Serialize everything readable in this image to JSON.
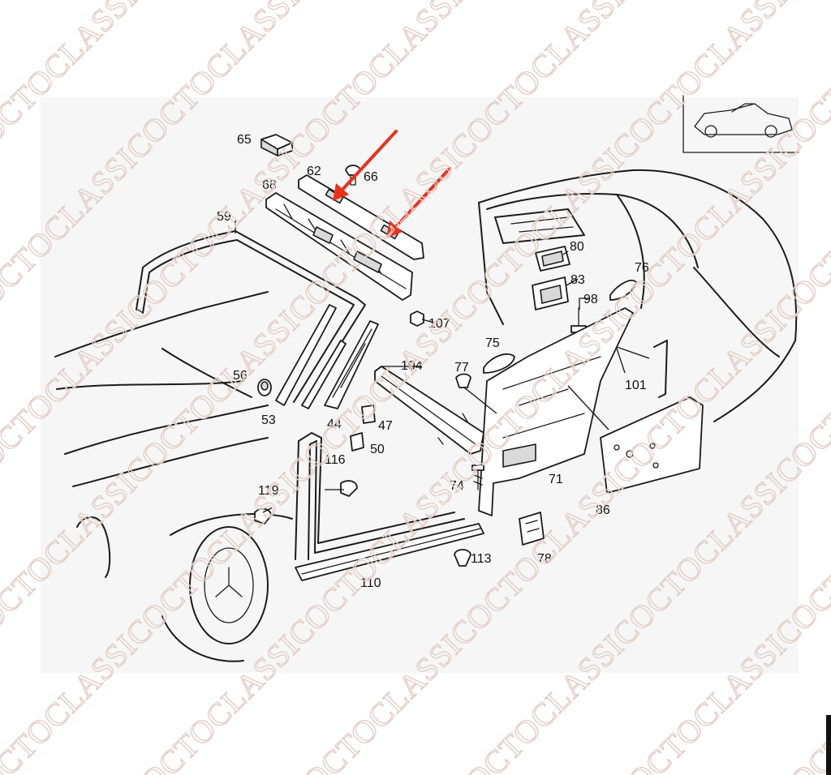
{
  "watermark": {
    "text": "OCTOCLASSIC",
    "color": "#e3cfc8"
  },
  "arrow_color": "#e8321e",
  "callouts": {
    "c65": "65",
    "c62": "62",
    "c66": "66",
    "c68": "68",
    "c59": "59",
    "c80": "80",
    "c83": "83",
    "c76": "76",
    "c98": "98",
    "c107": "107",
    "c75": "75",
    "c104": "104",
    "c77": "77",
    "c101": "101",
    "c56": "56",
    "c53": "53",
    "c44": "44",
    "c47": "47",
    "c50": "50",
    "c116": "116",
    "c119": "119",
    "c74": "74",
    "c71": "71",
    "c86": "86",
    "c113": "113",
    "c78": "78",
    "c110": "110"
  }
}
